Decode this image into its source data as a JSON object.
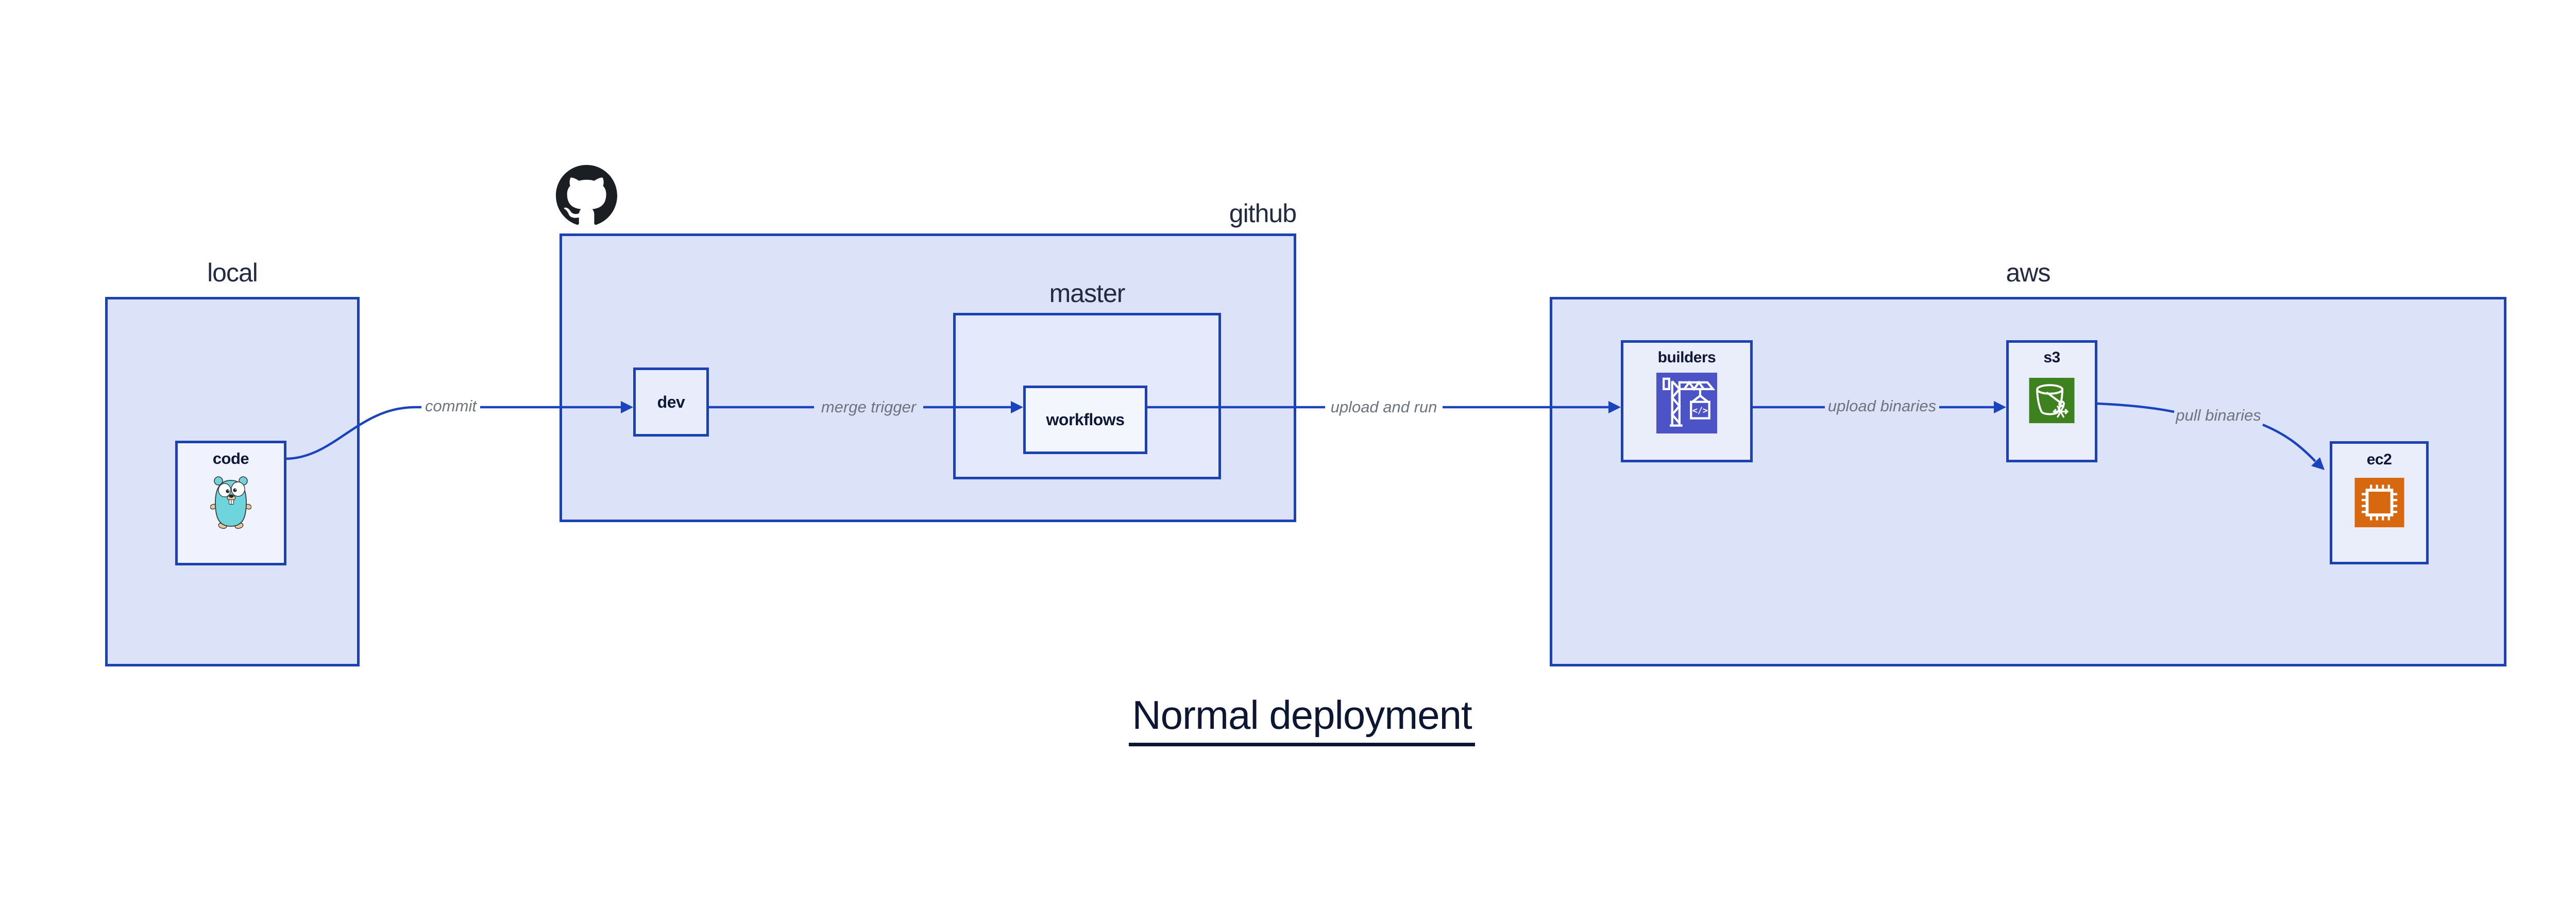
{
  "title": {
    "text": "Normal deployment"
  },
  "groups": {
    "local": {
      "label": "local"
    },
    "github": {
      "label": "github"
    },
    "master": {
      "label": "master"
    },
    "aws": {
      "label": "aws"
    }
  },
  "nodes": {
    "code": {
      "label": "code",
      "icon": "go-gopher-icon",
      "parent": "local"
    },
    "dev": {
      "label": "dev",
      "parent": "github"
    },
    "workflows": {
      "label": "workflows",
      "parent": "master"
    },
    "builders": {
      "label": "builders",
      "icon": "codebuild-crane-icon",
      "icon_text": "</>",
      "parent": "aws"
    },
    "s3": {
      "label": "s3",
      "icon": "s3-glacier-bucket-icon",
      "parent": "aws"
    },
    "ec2": {
      "label": "ec2",
      "icon": "ec2-chip-icon",
      "parent": "aws"
    }
  },
  "edges": {
    "commit": {
      "from": "code",
      "to": "dev",
      "label": "commit"
    },
    "merge_trigger": {
      "from": "dev",
      "to": "workflows",
      "label": "merge trigger"
    },
    "upload_and_run": {
      "from": "workflows",
      "to": "builders",
      "label": "upload and run"
    },
    "upload_binaries": {
      "from": "builders",
      "to": "s3",
      "label": "upload binaries"
    },
    "pull_binaries": {
      "from": "s3",
      "to": "ec2",
      "label": "pull binaries"
    }
  },
  "icons": {
    "github_logo": "octocat-icon"
  },
  "colors": {
    "canvas_bg": "#ffffff",
    "group_fill": "#dce3f8",
    "master_fill": "#e4eafb",
    "node_fill": "#eaeefb",
    "leaf_fill": "#f3f6fd",
    "border_blue": "#1c41b0",
    "edge_blue": "#1a44bd",
    "group_label_navy": "#232a42",
    "node_label_navy": "#10183a",
    "edge_label_gray": "#6e737e",
    "title_navy": "#0d1734",
    "codebuild_indigo": "#4b53c6",
    "s3_green": "#3e8220",
    "ec2_orange": "#d8680f",
    "gopher_teal": "#6fd5dd",
    "github_black": "#1b1f23"
  }
}
